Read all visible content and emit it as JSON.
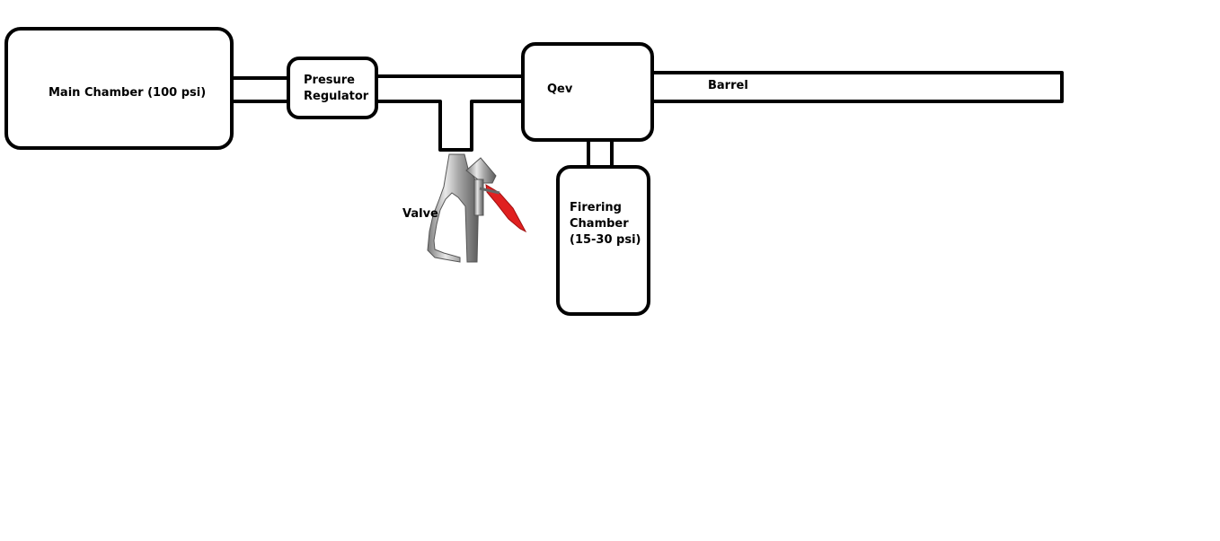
{
  "diagram": {
    "components": {
      "main_chamber": "Main Chamber (100 psi)",
      "pressure_regulator": "Presure\nRegulator",
      "qev": "Qev",
      "barrel": "Barrel",
      "valve": "Valve",
      "firing_chamber": "Firering\nChamber\n(15-30 psi)"
    },
    "colors": {
      "stroke": "#000000",
      "background": "#ffffff",
      "valve_trigger": "#e02020",
      "valve_body": "#b8b8b8"
    },
    "icons": {
      "valve": "blow-gun-valve-icon"
    }
  }
}
